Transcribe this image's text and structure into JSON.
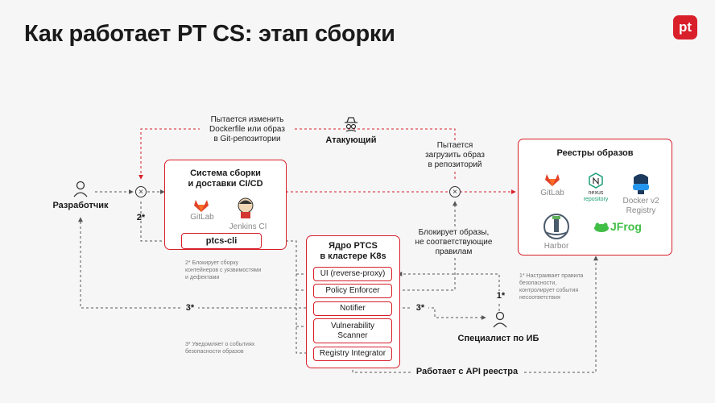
{
  "title": "Как работает PT CS: этап сборки",
  "logo_text": "pt",
  "actors": {
    "developer": "Разработчик",
    "attacker": "Атакующий",
    "specialist": "Специалист по ИБ"
  },
  "notes_top": {
    "attacker_change": "Пытается изменить\nDockerfile или образ\nв Git-репозитории",
    "attacker_push": "Пытается\nзагрузить образ\nв репозиторий",
    "block": "Блокирует образы,\nне соответствующие\nправилам"
  },
  "ci_box": {
    "title": "Система сборки\nи доставки CI/CD",
    "gitlab": "GitLab",
    "jenkins": "Jenkins CI",
    "cli": "ptcs-cli"
  },
  "core_box": {
    "title": "Ядро PTCS\nв кластере K8s",
    "items": [
      "UI (reverse-proxy)",
      "Policy Enforcer",
      "Notifier",
      "Vulnerability\nScanner",
      "Registry Integrator"
    ]
  },
  "registry_box": {
    "title": "Реестры образов",
    "gitlab": "GitLab",
    "nexus": "nexus",
    "nexus_sub": "repository",
    "docker": "Docker v2\nRegistry",
    "harbor": "Harbor",
    "jfrog": "JFrog"
  },
  "markers": {
    "m1": "1*",
    "m2": "2*",
    "m3a": "3*",
    "m3b": "3*",
    "block_mark": "×"
  },
  "footnotes": {
    "n1": "1* Настраивает правила\nбезопасности,\nконтролирует события\nнесоответствия",
    "n2": "2* Блокирует сборку\nконтейнеров с уязвимостями\nи дефектами",
    "n3": "3* Уведомляет о событиях\nбезопасности образов"
  },
  "api_label": "Работает с API реестра",
  "colors": {
    "accent": "#d81f2a",
    "line": "#555555"
  }
}
